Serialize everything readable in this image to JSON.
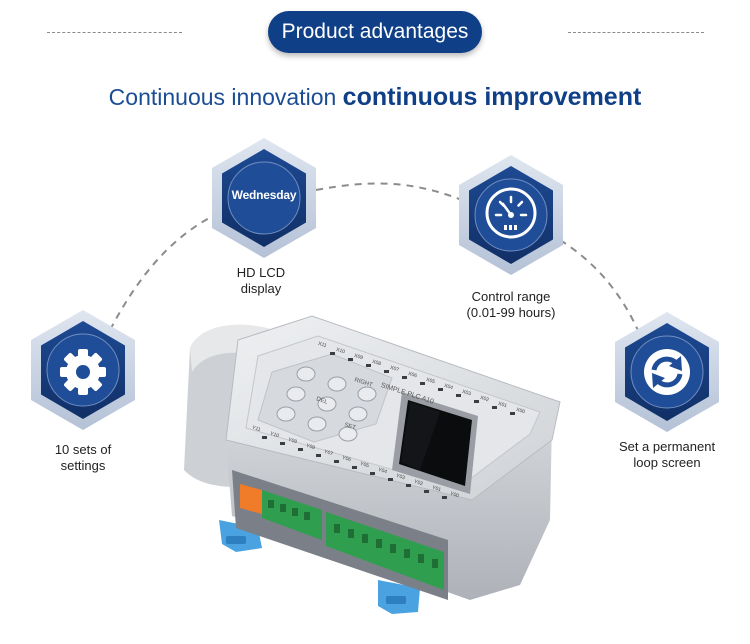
{
  "header": {
    "badge": "Product advantages",
    "headline_regular": "Continuous innovation",
    "headline_bold": "continuous improvement"
  },
  "features": [
    {
      "label_lines": [
        "10 sets of",
        "settings"
      ],
      "icon": "gear-icon"
    },
    {
      "label_lines": [
        "HD LCD",
        "display"
      ],
      "icon": "lcd-display",
      "screen_text": "Wednesday"
    },
    {
      "label_lines": [
        "Control range",
        "(0.01-99 hours)"
      ],
      "icon": "gauge-icon"
    },
    {
      "label_lines": [
        "Set a permanent",
        "loop screen"
      ],
      "icon": "refresh-loop-icon"
    }
  ],
  "device": {
    "brand_text": "SIMPLE PLC A10",
    "buttons": [
      "RIGHT",
      "DEL",
      "SET"
    ],
    "input_labels": [
      "X11",
      "X10",
      "X09",
      "X08",
      "X07",
      "X06",
      "X05",
      "X04",
      "X03",
      "X02",
      "X01",
      "X00"
    ],
    "output_labels": [
      "Y11",
      "Y10",
      "Y09",
      "Y08",
      "Y07",
      "Y06",
      "Y05",
      "Y04",
      "Y03",
      "Y02",
      "Y01",
      "Y00"
    ]
  },
  "colors": {
    "navy": "#0f3f87",
    "hex_outer": "#c6d1e2",
    "hex_inner": "#173f82",
    "terminal_green": "#2f9e4f",
    "terminal_orange": "#f07c2a",
    "mount_blue": "#4aa3e0",
    "housing_gray": "#d9dadc"
  }
}
